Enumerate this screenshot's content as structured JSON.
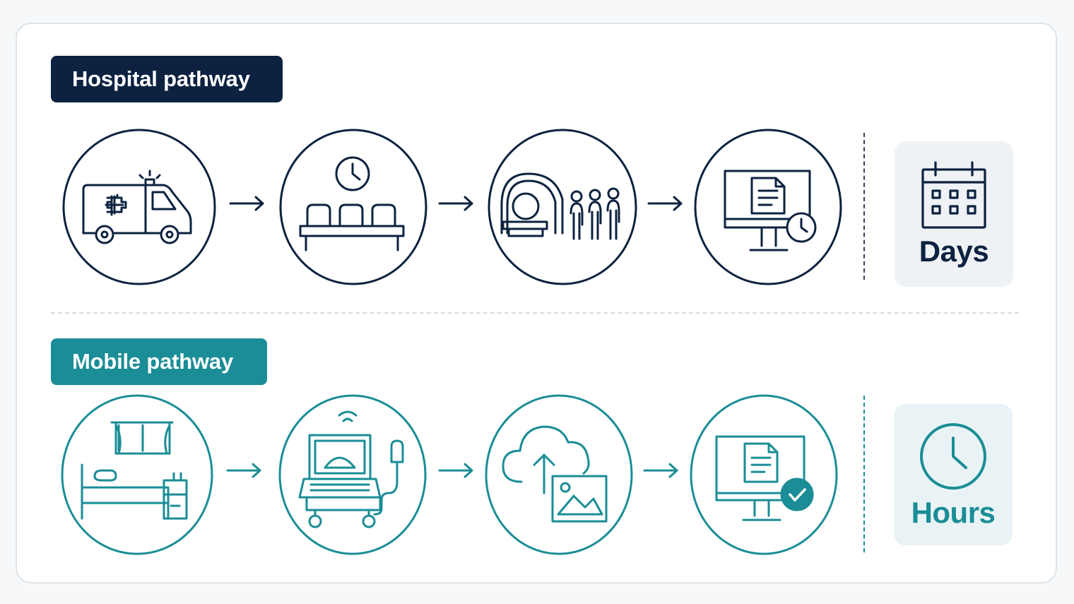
{
  "pathways": {
    "hospital": {
      "label": "Hospital pathway",
      "duration": "Days",
      "color": "#0d2240",
      "steps": [
        "ambulance-icon",
        "waiting-room-icon",
        "mri-queue-icon",
        "delayed-report-icon"
      ]
    },
    "mobile": {
      "label": "Mobile pathway",
      "duration": "Hours",
      "color": "#1a8d96",
      "steps": [
        "home-bedroom-icon",
        "portable-ultrasound-icon",
        "cloud-upload-icon",
        "report-complete-icon"
      ]
    }
  }
}
